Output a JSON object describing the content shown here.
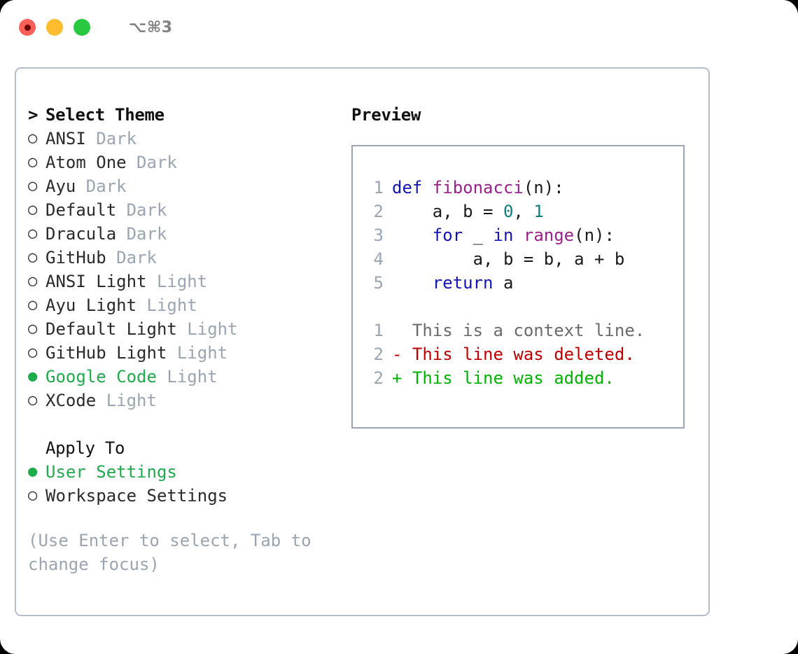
{
  "titlebar": {
    "shortcut": "⌥⌘3",
    "buttons": [
      {
        "name": "close",
        "color": "#fa6058"
      },
      {
        "name": "minimize",
        "color": "#fdbd2e"
      },
      {
        "name": "maximize",
        "color": "#28c840"
      }
    ]
  },
  "theme_picker": {
    "caret": ">",
    "title": "Select Theme",
    "marker_selected": "●",
    "marker_unselected": "○",
    "selected_color": "#1faa4b",
    "items": [
      {
        "name": "ANSI",
        "category": "Dark",
        "selected": false
      },
      {
        "name": "Atom One",
        "category": "Dark",
        "selected": false
      },
      {
        "name": "Ayu",
        "category": "Dark",
        "selected": false
      },
      {
        "name": "Default",
        "category": "Dark",
        "selected": false
      },
      {
        "name": "Dracula",
        "category": "Dark",
        "selected": false
      },
      {
        "name": "GitHub",
        "category": "Dark",
        "selected": false
      },
      {
        "name": "ANSI Light",
        "category": "Light",
        "selected": false
      },
      {
        "name": "Ayu Light",
        "category": "Light",
        "selected": false
      },
      {
        "name": "Default Light",
        "category": "Light",
        "selected": false
      },
      {
        "name": "GitHub Light",
        "category": "Light",
        "selected": false
      },
      {
        "name": "Google Code",
        "category": "Light",
        "selected": true
      },
      {
        "name": "XCode",
        "category": "Light",
        "selected": false
      }
    ]
  },
  "apply_to": {
    "title": "Apply To",
    "options": [
      {
        "label": "User Settings",
        "selected": true
      },
      {
        "label": "Workspace Settings",
        "selected": false
      }
    ]
  },
  "hint": "(Use Enter to select, Tab to change focus)",
  "preview": {
    "title": "Preview",
    "code_lines": [
      {
        "num": "1",
        "tokens": [
          {
            "t": "def ",
            "c": "kw"
          },
          {
            "t": "fibonacci",
            "c": "fn"
          },
          {
            "t": "(n):",
            "c": "plain"
          }
        ]
      },
      {
        "num": "2",
        "tokens": [
          {
            "t": "    a, b = ",
            "c": "plain"
          },
          {
            "t": "0",
            "c": "num"
          },
          {
            "t": ", ",
            "c": "plain"
          },
          {
            "t": "1",
            "c": "num"
          }
        ]
      },
      {
        "num": "3",
        "tokens": [
          {
            "t": "    ",
            "c": "plain"
          },
          {
            "t": "for",
            "c": "kw"
          },
          {
            "t": " _ ",
            "c": "plain"
          },
          {
            "t": "in",
            "c": "kw"
          },
          {
            "t": " ",
            "c": "plain"
          },
          {
            "t": "range",
            "c": "fn"
          },
          {
            "t": "(n):",
            "c": "plain"
          }
        ]
      },
      {
        "num": "4",
        "tokens": [
          {
            "t": "        a, b = b, a + b",
            "c": "plain"
          }
        ]
      },
      {
        "num": "5",
        "tokens": [
          {
            "t": "    ",
            "c": "plain"
          },
          {
            "t": "return",
            "c": "kw"
          },
          {
            "t": " a",
            "c": "plain"
          }
        ]
      }
    ],
    "diff_lines": [
      {
        "num": "1",
        "text": "  This is a context line.",
        "kind": "ctx"
      },
      {
        "num": "2",
        "text": "- This line was deleted.",
        "kind": "del"
      },
      {
        "num": "2",
        "text": "+ This line was added.",
        "kind": "add"
      }
    ]
  }
}
